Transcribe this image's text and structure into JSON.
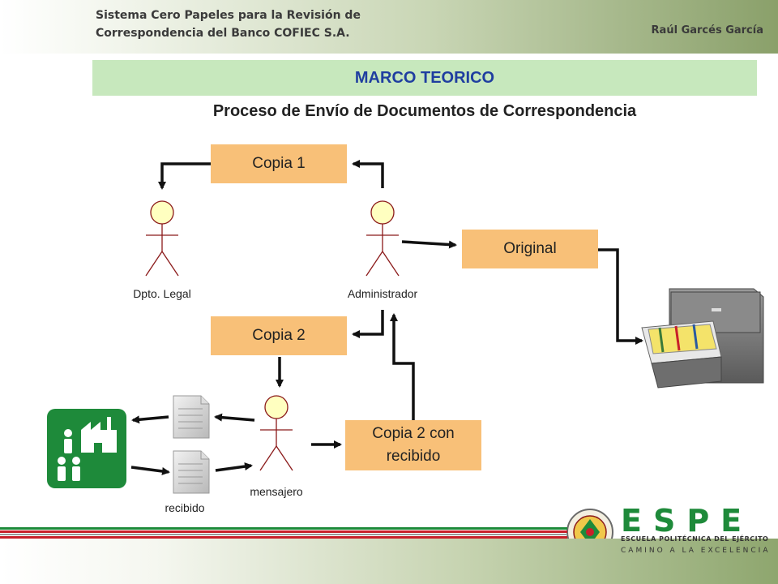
{
  "header": {
    "title": "Sistema Cero Papeles para la Revisión de Correspondencia del Banco COFIEC S.A.",
    "author": "Raúl Garcés García"
  },
  "section": {
    "title": "MARCO TEORICO"
  },
  "diagram": {
    "title": "Proceso de Envío de Documentos de Correspondencia",
    "boxes": {
      "copia1": "Copia 1",
      "original": "Original",
      "copia2": "Copia 2",
      "copia2_recibido": "Copia 2 con recibido"
    },
    "actors": {
      "legal": "Dpto. Legal",
      "admin": "Administrador",
      "mensajero": "mensajero"
    },
    "documents": {
      "recibido": "recibido"
    }
  },
  "logo": {
    "letters": "ESPE",
    "line1": "ESCUELA POLITÉCNICA DEL EJÉRCITO",
    "line2": "CAMINO A LA EXCELENCIA"
  },
  "colors": {
    "box": "#f8c078",
    "section_bar": "#c7e8bd",
    "section_text": "#1f3ea0",
    "brand_green": "#1e8a3a",
    "brand_red": "#c8202a"
  }
}
